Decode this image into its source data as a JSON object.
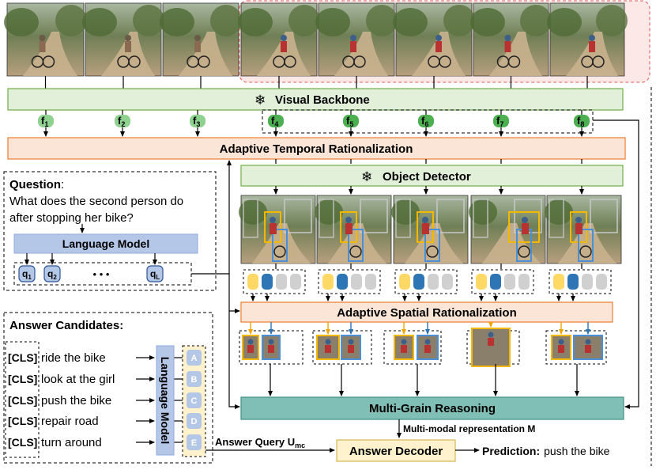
{
  "modules": {
    "visual_backbone": "Visual Backbone",
    "adaptive_temporal": "Adaptive Temporal Rationalization",
    "object_detector": "Object Detector",
    "adaptive_spatial": "Adaptive Spatial Rationalization",
    "multi_grain": "Multi-Grain Reasoning",
    "answer_decoder": "Answer Decoder",
    "language_model": "Language Model",
    "language_model_vertical": "Language Model"
  },
  "features": [
    {
      "base": "f",
      "sub": "1"
    },
    {
      "base": "f",
      "sub": "2"
    },
    {
      "base": "f",
      "sub": "3"
    },
    {
      "base": "f",
      "sub": "4"
    },
    {
      "base": "f",
      "sub": "5"
    },
    {
      "base": "f",
      "sub": "6"
    },
    {
      "base": "f",
      "sub": "7"
    },
    {
      "base": "f",
      "sub": "8"
    }
  ],
  "question": {
    "label": "Question",
    "colon": ":",
    "line1": "What does the second person do",
    "line2": "after stopping her bike?",
    "tokens": [
      {
        "base": "q",
        "sub": "1"
      },
      {
        "base": "q",
        "sub": "2"
      },
      {
        "base": "q",
        "sub": "L"
      }
    ],
    "ellipsis": "• • •"
  },
  "answers": {
    "title": "Answer Candidates:",
    "cls": "[CLS]",
    "items": [
      "ride the bike",
      "look at the girl",
      "push the bike",
      "repair road",
      "turn around"
    ],
    "letters": [
      "A",
      "B",
      "C",
      "D",
      "E"
    ]
  },
  "labels": {
    "answer_query": "Answer Query U",
    "answer_query_sub": "mc",
    "multimodal": "Multi-modal representation M",
    "prediction_label": "Prediction:",
    "prediction_value": "push the bike"
  },
  "icons": {
    "snowflake": "❄"
  },
  "colors": {
    "green_fill": "#e2efd9",
    "green_stroke": "#70ad47",
    "orange_fill": "#fbe5d6",
    "orange_stroke": "#ed7d31",
    "blue_fill": "#b4c7e7",
    "blue_stroke": "#4472c4",
    "teal_fill": "#7fbfb5",
    "teal_stroke": "#3f8f85",
    "yellow_fill": "#fff2cc",
    "yellow_stroke": "#d6b656",
    "token_yellow": "#ffd966",
    "token_blue": "#2e75b6",
    "token_grey": "#d0d0d0",
    "box_yellow": "#f5b800",
    "box_blue": "#4a90d9",
    "box_grey": "#c8c8c8",
    "feat_dark": "#4caf50",
    "feat_light": "#8fd18f",
    "selection_fill": "#fde8e8",
    "selection_stroke": "#e87878"
  }
}
